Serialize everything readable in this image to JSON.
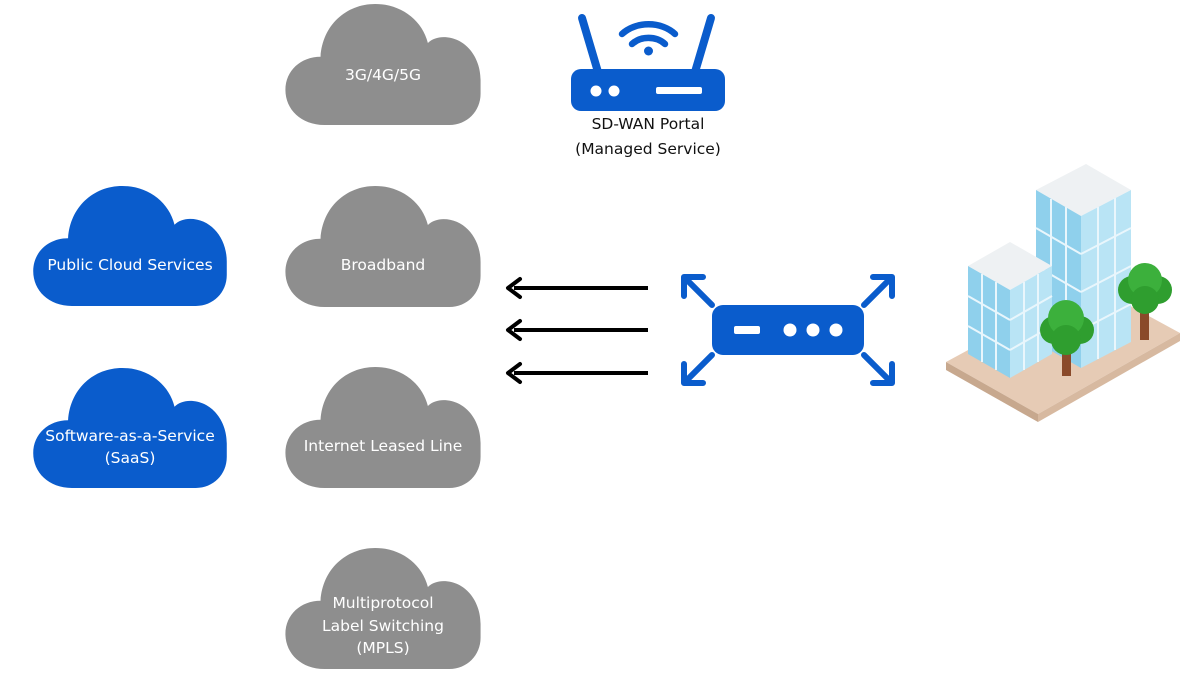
{
  "colors": {
    "blue": "#0a5ccc",
    "grey": "#8e8e8e",
    "arrow": "#000000"
  },
  "clouds": {
    "public_cloud": "Public Cloud Services",
    "saas": "Software-as-a-Service\n(SaaS)",
    "cellular": "3G/4G/5G",
    "broadband": "Broadband",
    "leased_line": "Internet Leased Line",
    "mpls": "Multiprotocol\nLabel Switching\n(MPLS)"
  },
  "portal": {
    "label": "SD-WAN Portal\n(Managed Service)"
  },
  "icons": {
    "portal": "wifi-router-icon",
    "edge": "sd-wan-edge-device-icon",
    "site": "office-building-icon"
  }
}
